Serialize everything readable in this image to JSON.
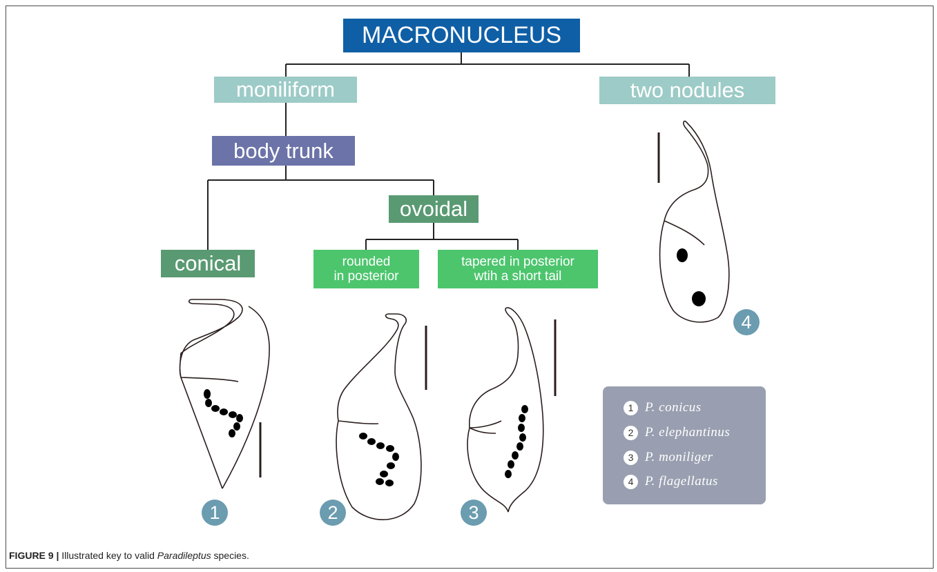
{
  "nodes": {
    "root": "MACRONUCLEUS",
    "moniliform": "moniliform",
    "two_nodules": "two nodules",
    "body_trunk": "body trunk",
    "ovoidal": "ovoidal",
    "conical": "conical",
    "rounded_line1": "rounded",
    "rounded_line2": "in posterior",
    "tapered_line1": "tapered in posterior",
    "tapered_line2": "wtih a short tail"
  },
  "badges": [
    "1",
    "2",
    "3",
    "4"
  ],
  "legend": [
    {
      "num": "1",
      "name": "P. conicus"
    },
    {
      "num": "2",
      "name": "P. elephantinus"
    },
    {
      "num": "3",
      "name": "P. moniliger"
    },
    {
      "num": "4",
      "name": "P. flagellatus"
    }
  ],
  "caption": {
    "label": "FIGURE 9 |",
    "text_before": " Illustrated key to valid ",
    "genus": "Paradileptus",
    "text_after": " species."
  },
  "colors": {
    "root": "#0f5fa6",
    "level1": "#9dcbc7",
    "body_trunk": "#6b73a8",
    "dark_green": "#5a9a73",
    "bright_green": "#4cc56d",
    "badge": "#6b9cb0",
    "legend_bg": "#999fb0"
  }
}
